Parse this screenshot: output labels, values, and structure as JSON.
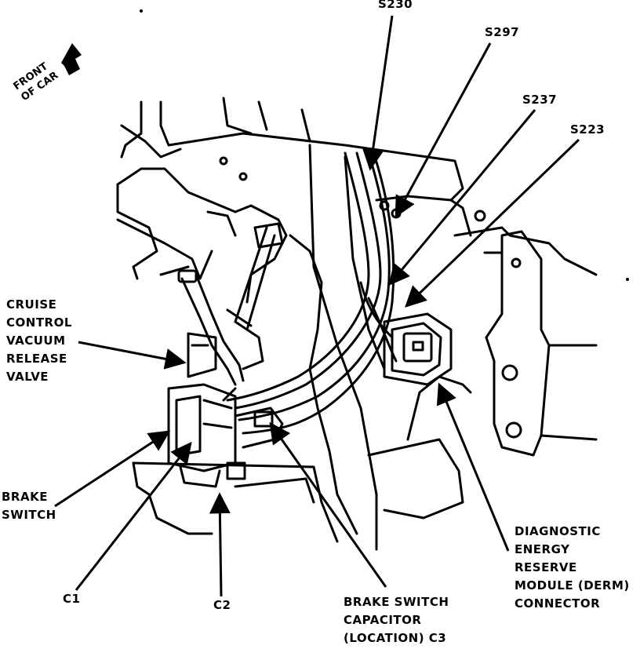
{
  "labels": {
    "front_of_car": "FRONT\nOF CAR",
    "s230": "S230",
    "s297": "S297",
    "s237": "S237",
    "s223": "S223",
    "cruise_valve": "CRUISE\nCONTROL\nVACUUM\nRELEASE\nVALVE",
    "brake_switch": "BRAKE\nSWITCH",
    "c1": "C1",
    "c2": "C2",
    "capacitor": "BRAKE SWITCH\nCAPACITOR\n(LOCATION) C3",
    "derm": "DIAGNOSTIC\nENERGY\nRESERVE\nMODULE (DERM)\nCONNECTOR"
  }
}
